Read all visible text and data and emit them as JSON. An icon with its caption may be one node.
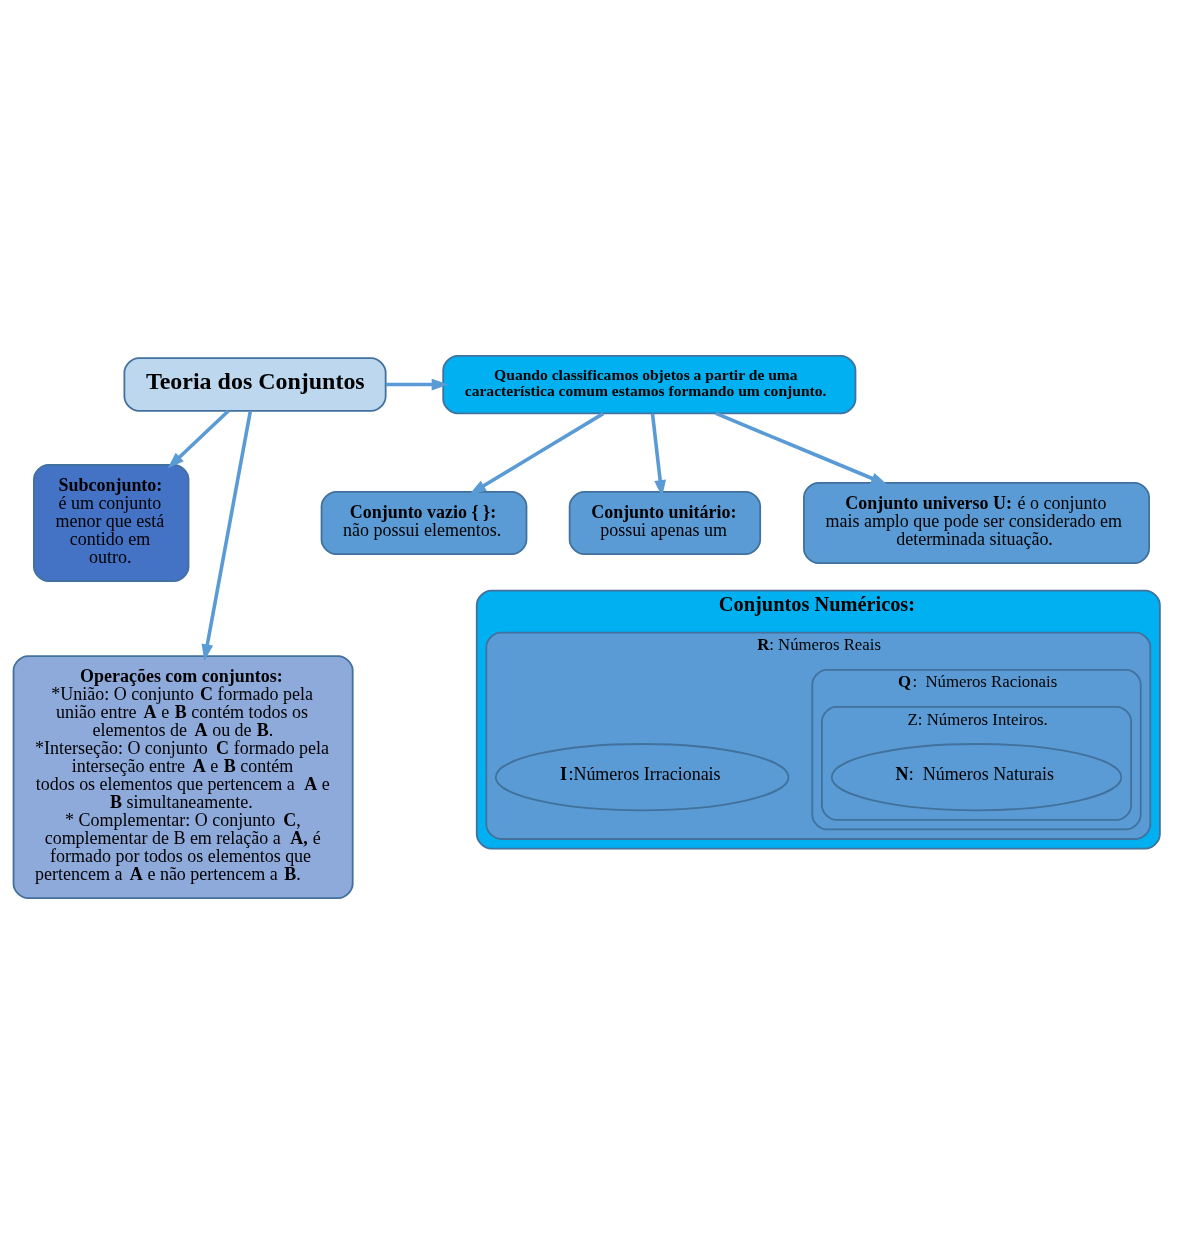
{
  "diagram": {
    "nodes": [
      {
        "text": [
          "Teoria dos Conjuntos"
        ]
      },
      {
        "text": [
          "Quando classificamos objetos a partir de uma característica comum estamos formando um conjunto."
        ]
      },
      {
        "text": [
          "Subconjunto:",
          "é um conjunto menor que está contido em outro."
        ]
      },
      {
        "text": [
          "**Conjunto vazio { }:** não possui elementos."
        ]
      },
      {
        "text": [
          "**Conjunto unitário:** possui apenas um"
        ]
      },
      {
        "text": [
          "**Conjunto universo U:** é o conjunto mais amplo que pode ser considerado em determinada situação."
        ]
      },
      {
        "text": [
          "Operações com conjuntos:",
          "*União: O conjunto **C** formado pela união entre **A** e **B** contém todos os elementos de **A** ou de **B**.",
          "*Interseção: O conjunto **C** formado pela interseção entre **A** e **B** contém todos os elementos que pertencem a **A** e **B** simultaneamente.",
          "* Complementar: O conjunto **C**, complementar de B em relação a **A,** é formado por todos os elementos que pertencem a **A** e não pertencem a **B**."
        ]
      },
      {
        "text": [
          "Conjuntos Numéricos:"
        ]
      },
      {
        "text": [
          "**R**: Números Reais"
        ],
        "in": 7
      },
      {
        "text": [
          "**I**:Números Irracionais"
        ],
        "in": 8
      },
      {
        "text": [
          "**Q**:  Números Racionais"
        ],
        "in": 8
      },
      {
        "text": [
          "Z: Números Inteiros."
        ],
        "in": 10
      },
      {
        "text": [
          "**N**:  Números Naturais"
        ],
        "in": 11
      }
    ],
    "edges": [
      {
        "from": 0,
        "to": 1,
        "arrow": "to"
      },
      {
        "from": 0,
        "to": 2,
        "arrow": "to"
      },
      {
        "from": 0,
        "to": 6,
        "arrow": "to"
      },
      {
        "from": 1,
        "to": 3,
        "arrow": "to"
      },
      {
        "from": 1,
        "to": 5,
        "arrow": "to"
      },
      {
        "from": 1,
        "to": 4,
        "arrow": "to"
      }
    ]
  }
}
